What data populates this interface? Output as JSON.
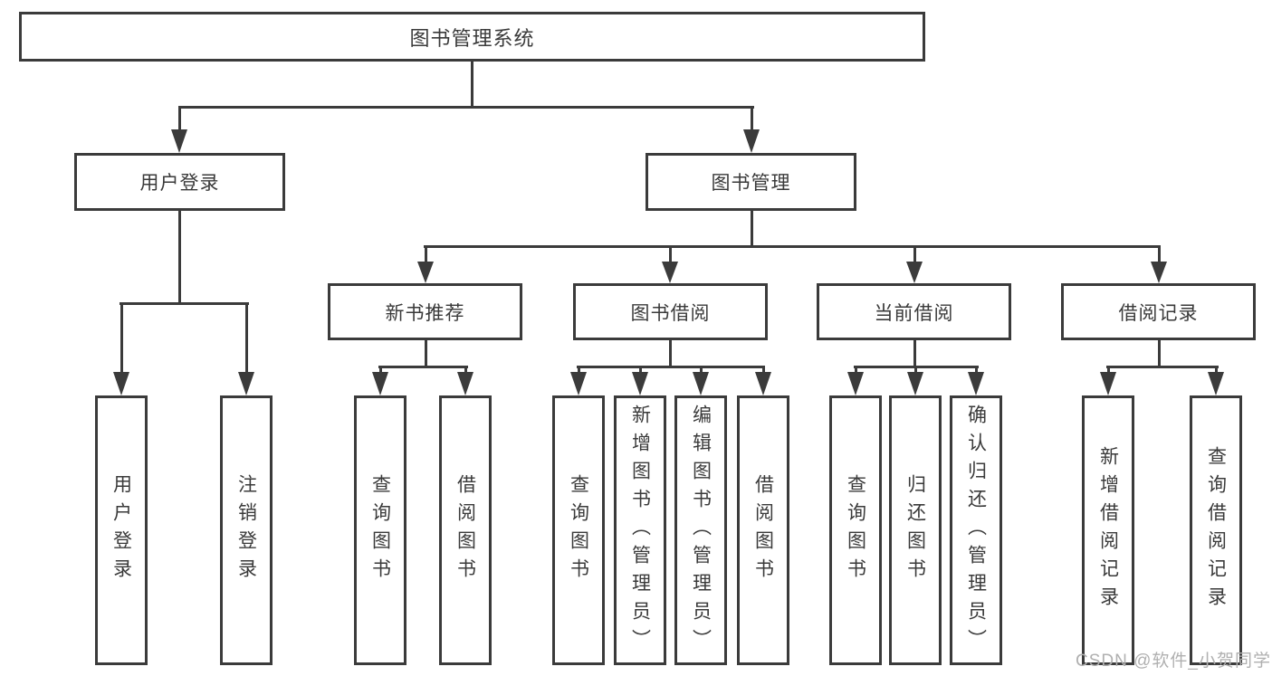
{
  "diagram_type": "tree-diagram",
  "tree": {
    "root": {
      "id": "library-management-system",
      "label": "图书管理系统",
      "children": [
        {
          "id": "user-login",
          "label": "用户登录",
          "children": [
            {
              "id": "leaf-user-login",
              "label": "用户登录"
            },
            {
              "id": "leaf-logout",
              "label": "注销登录"
            }
          ]
        },
        {
          "id": "book-management",
          "label": "图书管理",
          "children": [
            {
              "id": "new-book-recommend",
              "label": "新书推荐",
              "children": [
                {
                  "id": "leaf-query-books-1",
                  "label": "查询图书"
                },
                {
                  "id": "leaf-borrow-books-1",
                  "label": "借阅图书"
                }
              ]
            },
            {
              "id": "book-borrowing",
              "label": "图书借阅",
              "children": [
                {
                  "id": "leaf-query-books-2",
                  "label": "查询图书"
                },
                {
                  "id": "leaf-add-books-admin",
                  "label": "新增图书（管理员）"
                },
                {
                  "id": "leaf-edit-books-admin",
                  "label": "编辑图书（管理员）"
                },
                {
                  "id": "leaf-borrow-books-2",
                  "label": "借阅图书"
                }
              ]
            },
            {
              "id": "current-borrowing",
              "label": "当前借阅",
              "children": [
                {
                  "id": "leaf-query-books-3",
                  "label": "查询图书"
                },
                {
                  "id": "leaf-return-books",
                  "label": "归还图书"
                },
                {
                  "id": "leaf-confirm-return-admin",
                  "label": "确认归还（管理员）"
                }
              ]
            },
            {
              "id": "borrowing-records",
              "label": "借阅记录",
              "children": [
                {
                  "id": "leaf-add-borrow-record",
                  "label": "新增借阅记录"
                },
                {
                  "id": "leaf-query-borrow-record",
                  "label": "查询借阅记录"
                }
              ]
            }
          ]
        }
      ]
    }
  },
  "watermark": {
    "text": "CSDN @软件_小贺同学"
  },
  "colors": {
    "line": "#3b3b3b",
    "text": "#3a3a3a",
    "watermark": "#b0b0b0",
    "bg": "#ffffff"
  }
}
